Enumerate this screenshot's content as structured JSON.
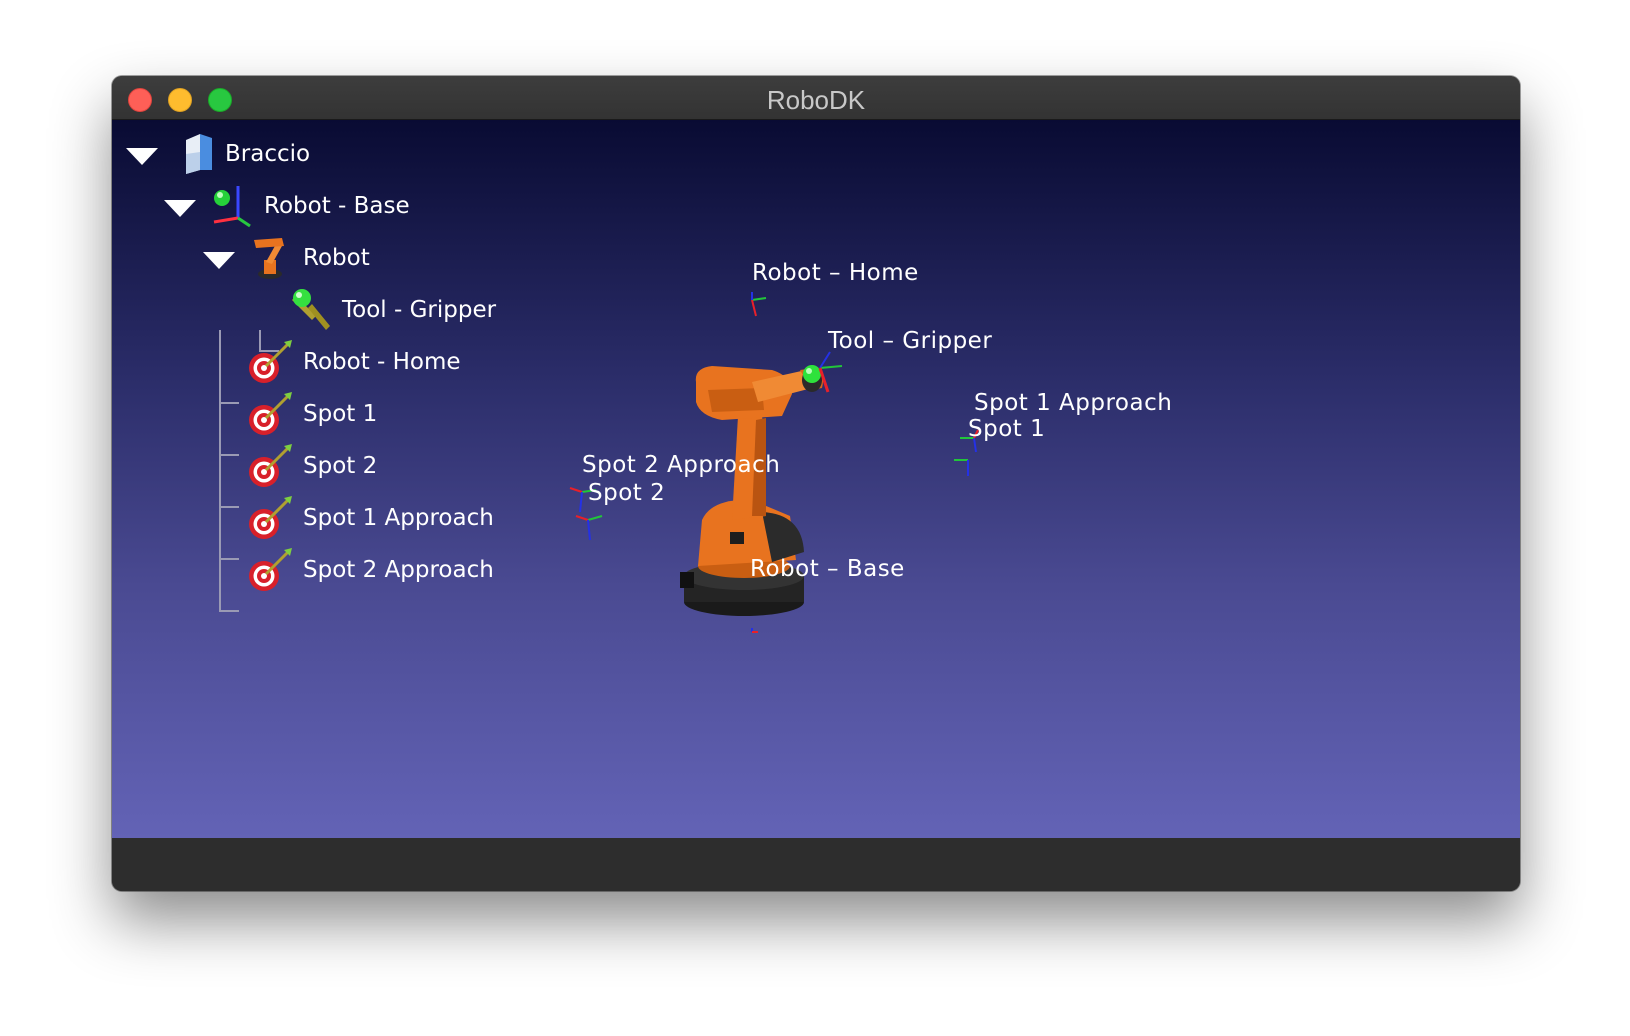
{
  "window": {
    "title": "RoboDK"
  },
  "tree": {
    "items": [
      {
        "label": "Braccio",
        "icon": "station-icon",
        "expanded": true
      },
      {
        "label": "Robot - Base",
        "icon": "reference-frame-icon",
        "expanded": true
      },
      {
        "label": "Robot",
        "icon": "robot-arm-icon",
        "expanded": true
      },
      {
        "label": "Tool - Gripper",
        "icon": "gripper-tool-icon"
      },
      {
        "label": "Robot - Home",
        "icon": "target-icon"
      },
      {
        "label": "Spot 1",
        "icon": "target-icon"
      },
      {
        "label": "Spot 2",
        "icon": "target-icon"
      },
      {
        "label": "Spot 1 Approach",
        "icon": "target-icon"
      },
      {
        "label": "Spot 2 Approach",
        "icon": "target-icon"
      }
    ]
  },
  "scene": {
    "labels": {
      "robot_home": "Robot – Home",
      "tool_gripper": "Tool – Gripper",
      "spot1_approach": "Spot 1 Approach",
      "spot1": "Spot 1",
      "spot2_approach": "Spot 2 Approach",
      "spot2": "Spot 2",
      "robot_base": "Robot – Base"
    }
  },
  "colors": {
    "robot": "#e8731f",
    "viewport_top": "#090b33",
    "viewport_bottom": "#6363b6",
    "axis_x": "#e8202a",
    "axis_y": "#22c53a",
    "axis_z": "#2431e6"
  }
}
